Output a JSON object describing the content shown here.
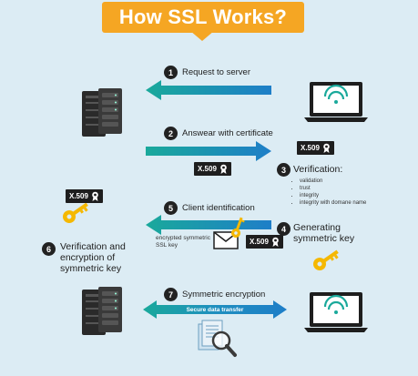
{
  "title": "How SSL Works?",
  "steps": [
    {
      "num": "1",
      "label": "Request to server"
    },
    {
      "num": "2",
      "label": "Answear with certificate"
    },
    {
      "num": "3",
      "label": "Verification:"
    },
    {
      "num": "4",
      "label": "Generating symmetric key"
    },
    {
      "num": "5",
      "label": "Client identification"
    },
    {
      "num": "6",
      "label": "Verification and encryption of symmetric key"
    },
    {
      "num": "7",
      "label": "Symmetric encryption"
    }
  ],
  "verification_items": [
    "validation",
    "trust",
    "integrity",
    "integrity with domane name"
  ],
  "certificate_label": "X.509",
  "encrypted_key_label": "encrypted symmetric SSL key",
  "secure_transfer_label": "Secure data transfer",
  "colors": {
    "title_bg": "#f5a623",
    "arrow_start": "#1aa99b",
    "arrow_end": "#1e7ec8",
    "key": "#f5b800",
    "background": "#dcecf4"
  }
}
